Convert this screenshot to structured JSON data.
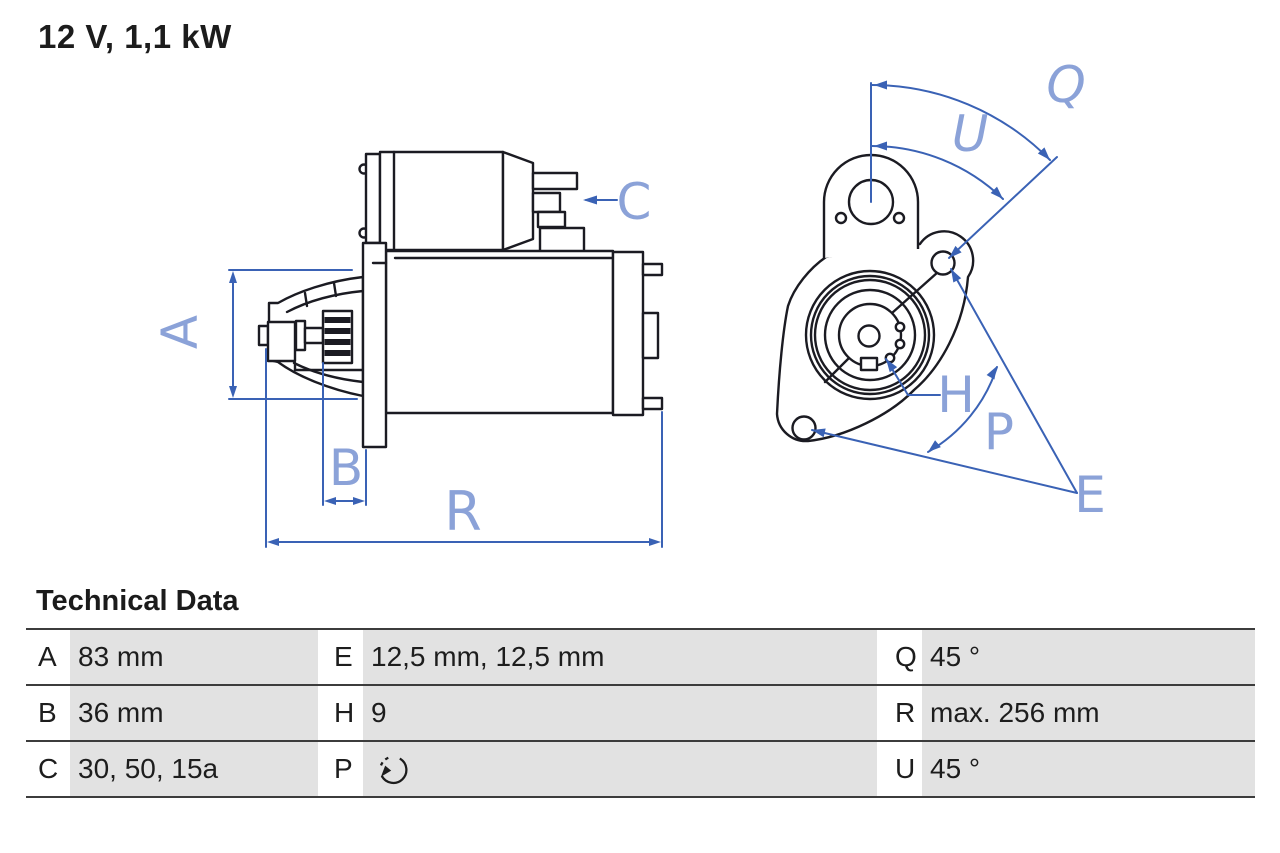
{
  "title": "12 V, 1,1 kW",
  "drawing": {
    "labels": {
      "A": "A",
      "B": "B",
      "C": "C",
      "R": "R",
      "Q": "Q",
      "U": "U",
      "H": "H",
      "P": "P",
      "E": "E"
    }
  },
  "table": {
    "heading": "Technical Data",
    "p_icon": "rotation-ccw-icon",
    "rows": [
      [
        {
          "k": "A",
          "v": "83 mm"
        },
        {
          "k": "E",
          "v": "12,5 mm, 12,5 mm"
        },
        {
          "k": "Q",
          "v": "45 °"
        }
      ],
      [
        {
          "k": "B",
          "v": "36 mm"
        },
        {
          "k": "H",
          "v": "9"
        },
        {
          "k": "R",
          "v": "max. 256 mm"
        }
      ],
      [
        {
          "k": "C",
          "v": "30, 50, 15a"
        },
        {
          "k": "P",
          "v": ""
        },
        {
          "k": "U",
          "v": "45 °"
        }
      ]
    ]
  },
  "colors": {
    "outline": "#1b1b22",
    "dimension_blue": "#3a62b5",
    "label_blue": "#8ba2d8",
    "cell_gray": "#e2e2e2",
    "rule": "#3c3c3c"
  }
}
